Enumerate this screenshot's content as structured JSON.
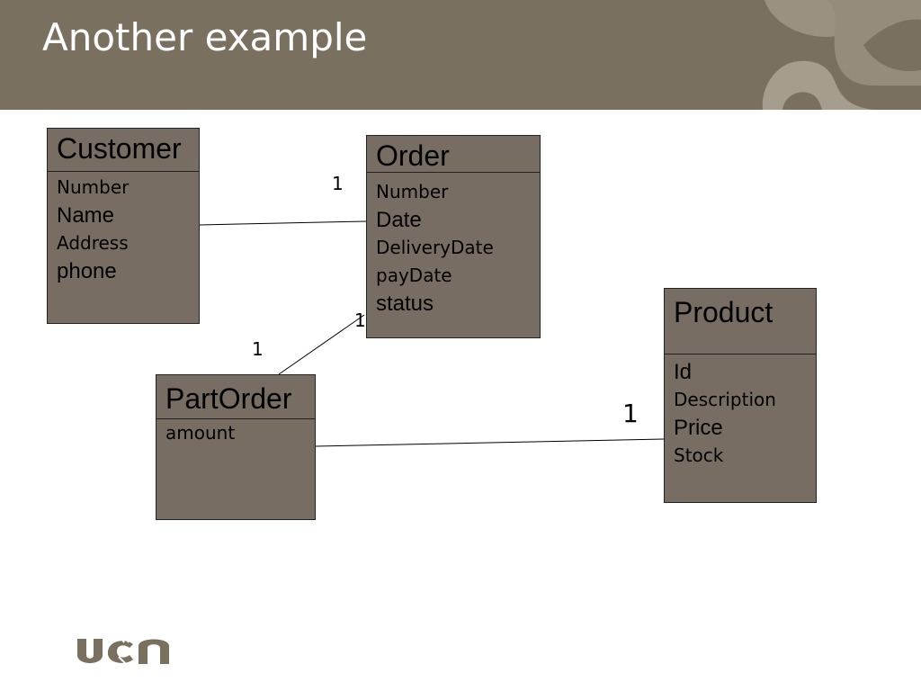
{
  "slide": {
    "title": "Another example",
    "header_color": "#7a7060",
    "box_color": "#776d62"
  },
  "classes": {
    "customer": {
      "name": "Customer",
      "attributes": [
        "Number",
        "Name",
        "Address",
        "phone"
      ]
    },
    "order": {
      "name": "Order",
      "attributes": [
        "Number",
        "Date",
        "DeliveryDate",
        "payDate",
        "status"
      ]
    },
    "product": {
      "name": "Product",
      "attributes": [
        "Id",
        "Description",
        "Price",
        "Stock"
      ]
    },
    "partorder": {
      "name": "PartOrder",
      "attributes": [
        "amount"
      ]
    }
  },
  "associations": {
    "customer_order": {
      "multiplicity": "1"
    },
    "order_partorder": {
      "order_end": "1",
      "partorder_end": "1"
    },
    "partorder_product": {
      "multiplicity": "1"
    }
  },
  "logo": {
    "text": "ucn"
  }
}
